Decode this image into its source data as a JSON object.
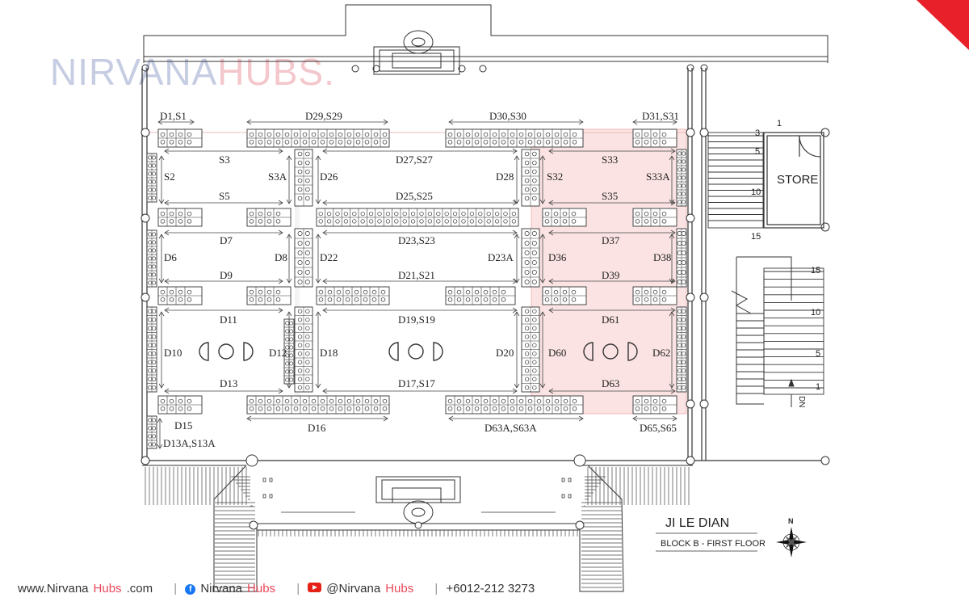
{
  "brand": {
    "logo_part1": "NIRVANA",
    "logo_part2": "HUBS",
    "logo_dot": ".",
    "color_main": "#c6cde2",
    "color_accent": "#f3c7cc"
  },
  "plan": {
    "store_label": "STORE",
    "title": "JI LE DIAN",
    "subtitle": "BLOCK B - FIRST FLOOR",
    "north": "N",
    "down": "DN",
    "highlight_color": "#fbe3e3",
    "stair_top_numbers": [
      "1",
      "3",
      "5",
      "10",
      "15"
    ],
    "stair_right_numbers": [
      "15",
      "10",
      "5",
      "1"
    ],
    "labels": [
      "D1,S1",
      "D29,S29",
      "D30,S30",
      "D31,S31",
      "S3",
      "D27,S27",
      "S33",
      "S2",
      "S3A",
      "D26",
      "D28",
      "S32",
      "S33A",
      "S5",
      "D25,S25",
      "S35",
      "D7",
      "D23,S23",
      "D37",
      "D6",
      "D8",
      "D22",
      "D23A",
      "D36",
      "D38",
      "D9",
      "D21,S21",
      "D39",
      "D11",
      "D19,S19",
      "D61",
      "D10",
      "D12",
      "D18",
      "D20",
      "D60",
      "D62",
      "D13",
      "D17,S17",
      "D63",
      "D15",
      "D16",
      "D63A,S63A",
      "D65,S65",
      "D13A,S13A"
    ]
  },
  "footer": {
    "website_pre": "www.Nirvana",
    "website_hubs": "Hubs",
    "website_post": ".com",
    "facebook_pre": "Nirvana",
    "facebook_hubs": "Hubs",
    "youtube_pre": "@Nirvana",
    "youtube_hubs": "Hubs",
    "phone": "+6012-212 3273",
    "separator": "|"
  }
}
